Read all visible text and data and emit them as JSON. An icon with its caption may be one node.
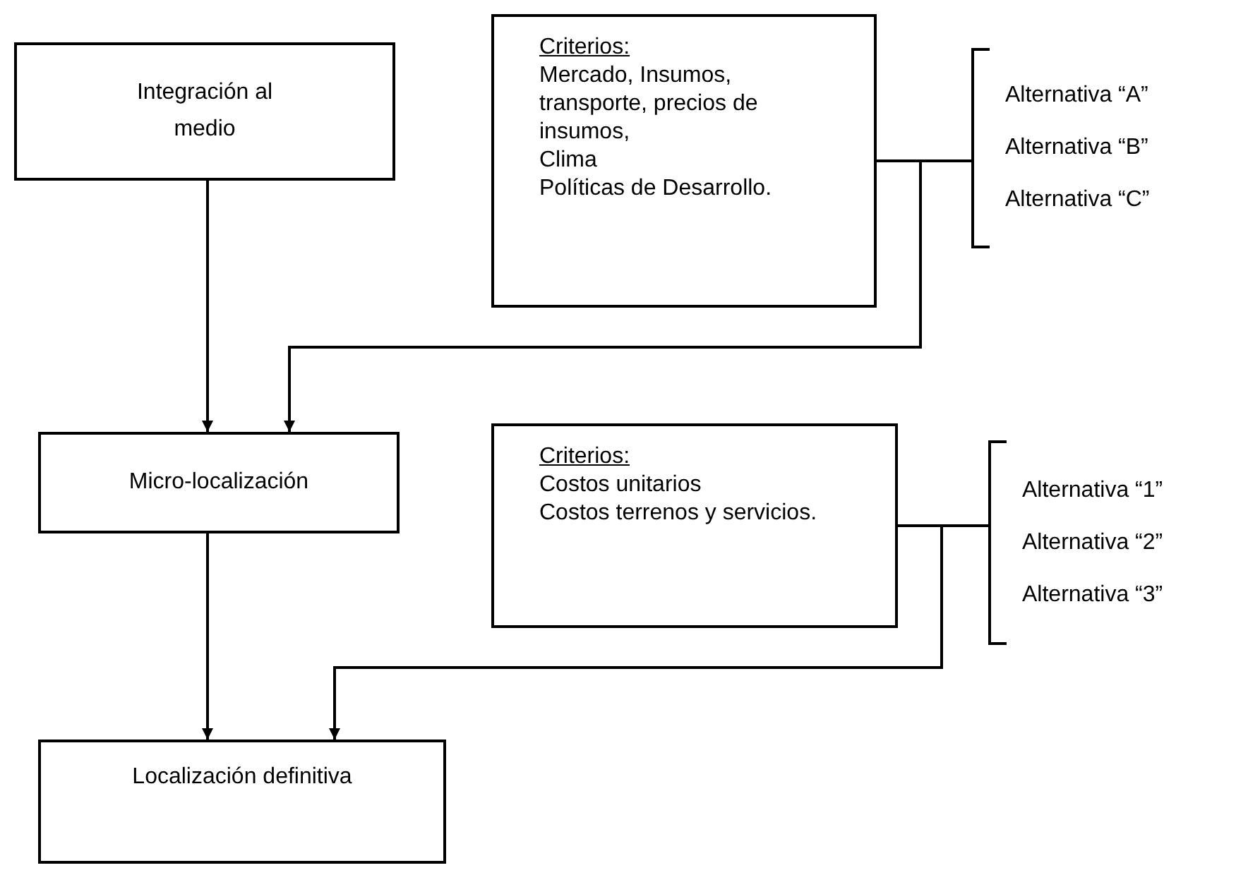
{
  "diagram": {
    "nodes": [
      {
        "text": [
          "Integración al medio"
        ]
      },
      {
        "text": [
          "Criterios:",
          "Mercado, Insumos, transporte, precios de insumos,",
          "Clima",
          "Políticas de Desarrollo."
        ]
      },
      {
        "text": [
          "Alternativa “A”",
          "Alternativa “B”",
          "Alternativa “C”"
        ]
      },
      {
        "text": [
          "Micro-localización"
        ]
      },
      {
        "text": [
          "Criterios:",
          "Costos unitarios",
          "Costos terrenos y servicios."
        ]
      },
      {
        "text": [
          "Alternativa “1”",
          "Alternativa “2”",
          "Alternativa “3”"
        ]
      },
      {
        "text": [
          "Localización definitiva"
        ]
      }
    ],
    "edges": [
      {
        "from": 0,
        "to": 3,
        "arrow": "to"
      },
      {
        "from": 1,
        "to": 2,
        "arrow": "none"
      },
      {
        "from": 1,
        "to": 3,
        "arrow": "to"
      },
      {
        "from": 3,
        "to": 6,
        "arrow": "to"
      },
      {
        "from": 4,
        "to": 5,
        "arrow": "none"
      },
      {
        "from": 4,
        "to": 6,
        "arrow": "to"
      }
    ]
  }
}
